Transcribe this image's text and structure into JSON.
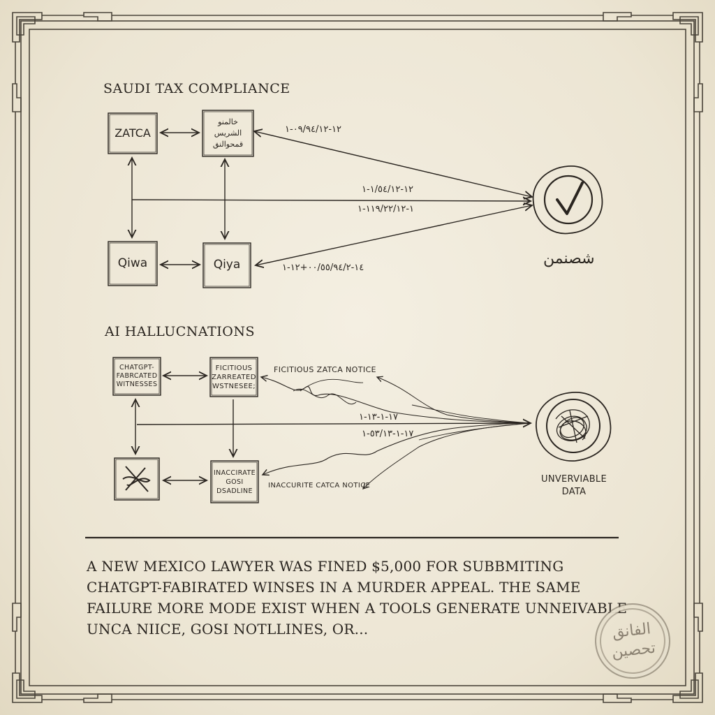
{
  "section1": {
    "title": "SAUDI TAX COMPLIANCE",
    "nodes": {
      "zatca": "ZATCA",
      "arabic_box_line1": "خالمنو",
      "arabic_box_line2": "الشريس",
      "arabic_box_line3": "قمحوالنق",
      "qiwa": "Qiwa",
      "qiya": "Qiya"
    },
    "dates": {
      "d1": "١٢-٠٩/٩٤/١٢-١",
      "d2": "١٢-١/٥٤/١٢-١",
      "d3": "١-١١٩/٢٢/١٢-١",
      "d4": "١٤-٠٠/٥٥/٩٤/٢+١٢-١"
    },
    "seal_icon": "checkmark-icon",
    "seal_label": "شصنمن"
  },
  "section2": {
    "title": "AI HALLUCNATIONS",
    "nodes": {
      "box1_line1": "CHATGPT-",
      "box1_line2": "FABRCATED",
      "box1_line3": "WITNESSES",
      "box2_line1": "FICITIOUS",
      "box2_line2": "ZARREATED",
      "box2_line3": "WSTNESEE;",
      "box3_icon": "scribble-x-icon",
      "box4_line1": "INACCIRATE",
      "box4_line2": "GOSI",
      "box4_line3": "DSADLINE"
    },
    "labels": {
      "notice_top": "FICITIOUS ZATCA NOTICE",
      "notice_bottom": "INACCURITE CATCA NOTICE",
      "date1": "١٧-١-١٣-١",
      "date2": "١٧-١-٥٣/١٣-١"
    },
    "seal_icon": "tangled-scribble-icon",
    "seal_label_line1": "UNVERVIABLE",
    "seal_label_line2": "DATA"
  },
  "caption": {
    "line1": "A NEW MEXICO LAWYER WAS FINED $5,000 FOR SUBBMITING",
    "line2": "CHATGPT-FABIRATED WINSES IN A MURDER APPEAL. THE SAME",
    "line3": "FAILURE MORE MODE EXIST WHEN A TOOLS GENERATE UNNEIVABLE",
    "line4": "UNCA NIICE, GOSI NOTLLINES, OR..."
  },
  "stamp": {
    "line1": "الفانق",
    "line2": "تحصين"
  },
  "colors": {
    "paper": "#ece6d6",
    "ink": "#2a2520",
    "border": "#4a443a"
  }
}
